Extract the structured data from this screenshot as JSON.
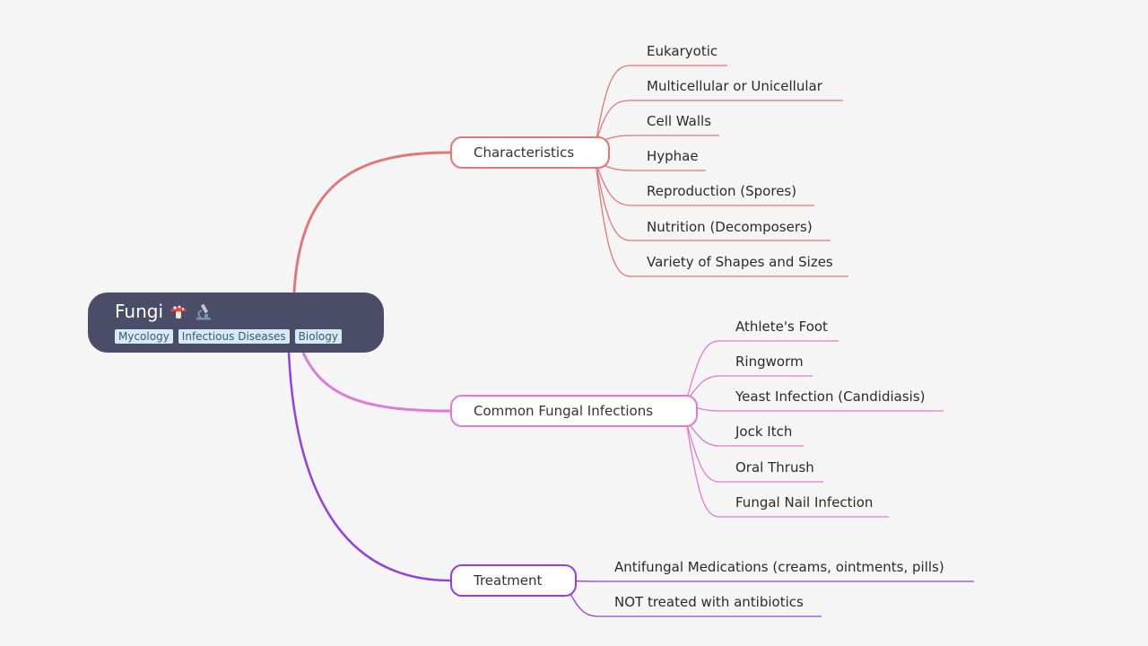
{
  "root": {
    "title": "Fungi",
    "icons": [
      "mushroom-icon",
      "microscope-icon"
    ],
    "tags": [
      "Mycology",
      "Infectious Diseases",
      "Biology"
    ]
  },
  "branches": [
    {
      "label": "Characteristics",
      "color": "#e07878",
      "children": [
        "Eukaryotic",
        "Multicellular or Unicellular",
        "Cell Walls",
        "Hyphae",
        "Reproduction (Spores)",
        "Nutrition (Decomposers)",
        "Variety of Shapes and Sizes"
      ]
    },
    {
      "label": "Common Fungal Infections",
      "color": "#e07bd3",
      "children": [
        "Athlete's Foot",
        "Ringworm",
        "Yeast Infection (Candidiasis)",
        "Jock Itch",
        "Oral Thrush",
        "Fungal Nail Infection"
      ]
    },
    {
      "label": "Treatment",
      "color": "#9240e6",
      "children": [
        "Antifungal Medications (creams, ointments, pills)",
        "NOT treated with antibiotics"
      ]
    }
  ]
}
